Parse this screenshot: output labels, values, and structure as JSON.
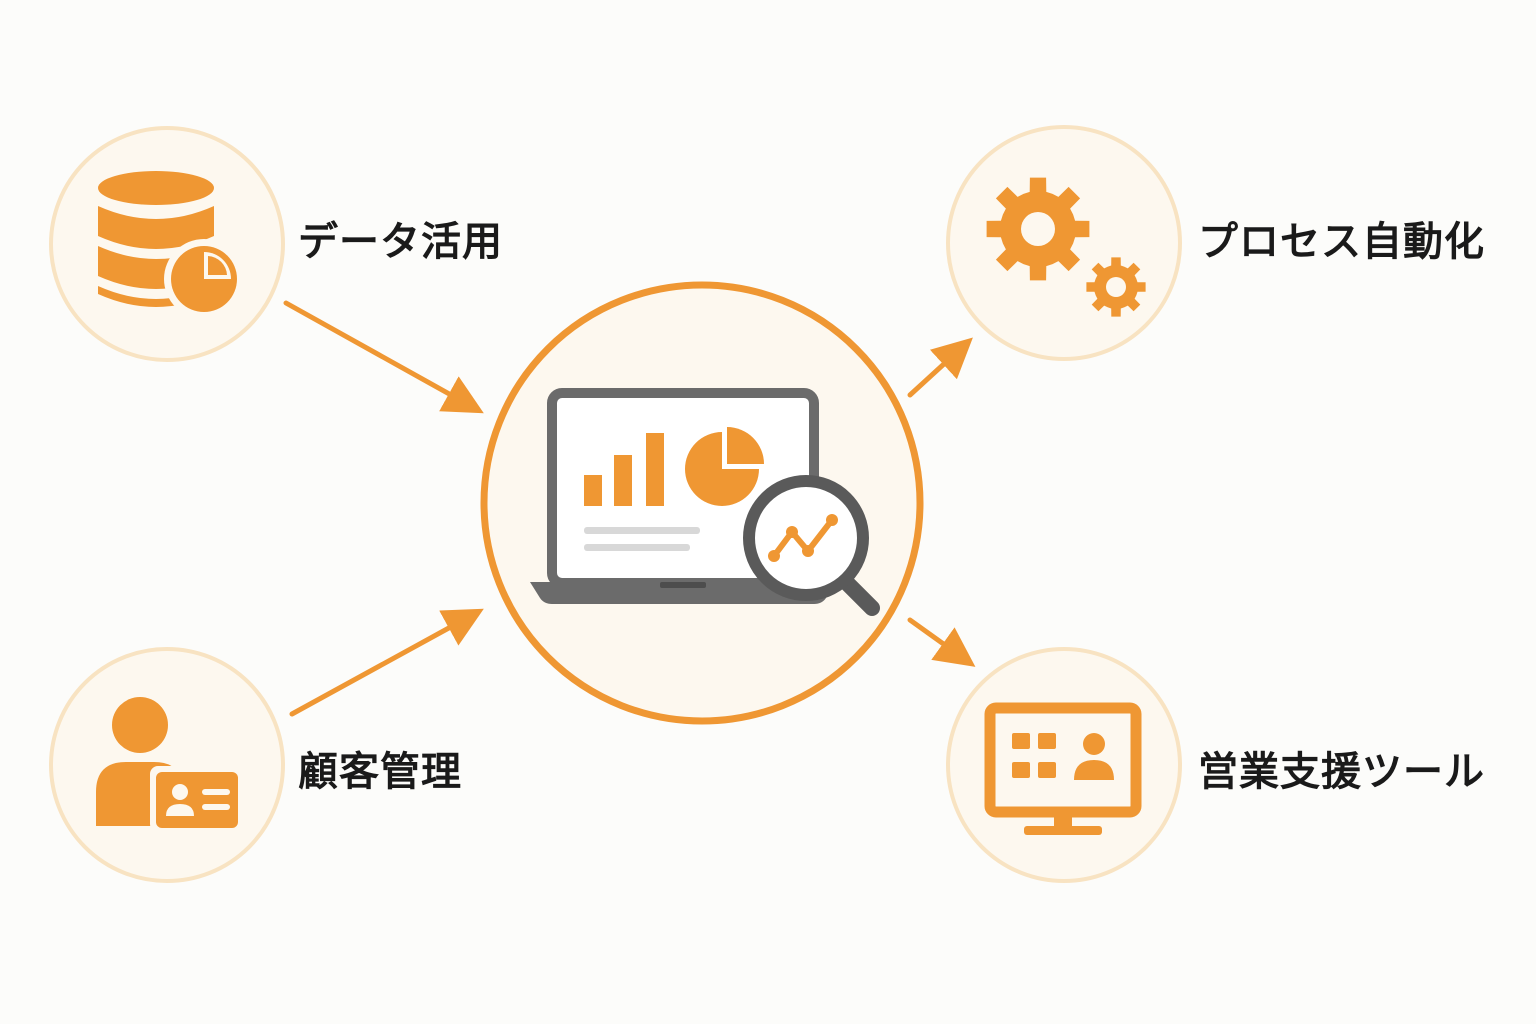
{
  "colors": {
    "accent": "#ef9733",
    "circle_fill": "#fdf8ef",
    "circle_ring": "#f8e3c2",
    "laptop_gray": "#6b6b6b",
    "text": "#1a1a1a"
  },
  "center": {
    "icon": "laptop-analytics-icon"
  },
  "inputs": [
    {
      "id": "data",
      "label": "データ活用",
      "icon": "database-chart-icon"
    },
    {
      "id": "customer",
      "label": "顧客管理",
      "icon": "customer-card-icon"
    }
  ],
  "outputs": [
    {
      "id": "process",
      "label": "プロセス自動化",
      "icon": "gears-icon"
    },
    {
      "id": "sales",
      "label": "営業支援ツール",
      "icon": "monitor-dashboard-icon"
    }
  ]
}
